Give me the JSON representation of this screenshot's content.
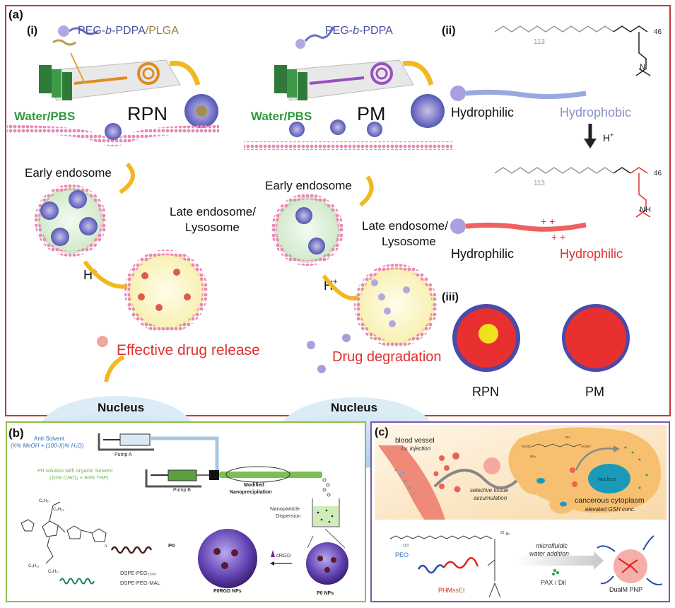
{
  "panel_a": {
    "label": "(a)",
    "sub_i": "(i)",
    "sub_ii": "(ii)",
    "sub_iii": "(iii)",
    "left": {
      "polymer_prefix": "PEG-",
      "polymer_b": "b",
      "polymer_suffix": "-PDPA",
      "polymer_extra": "/PLGA",
      "water": "Water/PBS",
      "product": "RPN",
      "early": "Early endosome",
      "late1": "Late endosome/",
      "late2": "Lysosome",
      "proton": "H",
      "proton_sup": "+",
      "outcome": "Effective drug release",
      "nucleus": "Nucleus"
    },
    "middle": {
      "polymer_prefix": "PEG-",
      "polymer_b": "b",
      "polymer_suffix": "-PDPA",
      "water": "Water/PBS",
      "product": "PM",
      "early": "Early endosome",
      "late1": "Late endosome/",
      "late2": "Lysosome",
      "proton": "H",
      "proton_sup": "+",
      "outcome": "Drug degradation",
      "nucleus": "Nucleus"
    },
    "chem": {
      "n1": "113",
      "n2": "46",
      "hydrophilic": "Hydrophilic",
      "hydrophobic": "Hydrophobic",
      "proton": "H",
      "proton_sup": "+",
      "hydrophilic2": "Hydrophilic",
      "hydrophilic_red": "Hydrophilic",
      "nh": "NH",
      "n": "N"
    },
    "spheres": {
      "rpn": "RPN",
      "pm": "PM"
    }
  },
  "panel_b": {
    "label": "(b)",
    "anti_solvent": "Anti-Solvent",
    "anti_formula": "(X% MeOH + (100-X)% H₂O)",
    "pump_a": "Pump A",
    "p0_solution": "P0 solution with organic  Solvent",
    "p0_formula": "(10% CHCl₃ + 90% THF)",
    "pump_b": "Pump B",
    "modified": "Modified",
    "nanoprecipitation": "Nanoprecipitation",
    "dispersion1": "Nanoparticle",
    "dispersion2": "Dispersion",
    "p0": "P0",
    "dspe1": "DSPE-PEG₂₀₀₀",
    "dspe2": "DSPE-PEG-MAL",
    "crgd": "cRGD",
    "p0rgd": "P0RGD NPs",
    "p0nps": "P0 NPs",
    "c8h17": "C₈H₁₇",
    "c6h13": "C₆H₁₃",
    "n": "n"
  },
  "panel_c": {
    "label": "(c)",
    "blood_vessel": "blood vessel",
    "injection": "i.v. injection",
    "selective1": "selective tissue",
    "selective2": "accumulation",
    "nucleus": "Nucleus",
    "cytoplasm": "cancerous cytoplasm",
    "gsh": "elevated GSH conc.",
    "hooc": "HOOC",
    "cooh": "COOH",
    "sh": "SH",
    "nh2": "NH₂",
    "n113": "113",
    "n52": "52",
    "br": "Br",
    "peo": "PEO",
    "phm": "PHM",
    "ss": "ss",
    "et": "Et",
    "microfluidic": "microfluidic",
    "water_addition": "water addition",
    "pax": "PAX / DiI",
    "dualm": "DualM PNP"
  },
  "colors": {
    "panel_a_border": "#c8383c",
    "panel_b_border": "#8cbf4c",
    "panel_c_border": "#7a5aa8",
    "green_text": "#2e9a3c",
    "red_text": "#e03030",
    "polymer_blue": "#4b4ea0",
    "hydrophobic": "#8a90c8",
    "arrow_yellow": "#f2b820"
  }
}
